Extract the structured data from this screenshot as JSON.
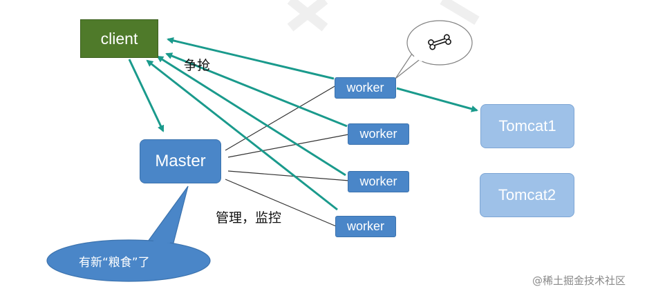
{
  "nodes": {
    "client": "client",
    "master": "Master",
    "workers": [
      "worker",
      "worker",
      "worker",
      "worker"
    ],
    "tomcats": [
      "Tomcat1",
      "Tomcat2"
    ]
  },
  "labels": {
    "compete": "争抢",
    "manage": "管理，监控"
  },
  "callouts": {
    "master_speech": "有新“粮食”了",
    "worker_thought_icon": "bone-icon"
  },
  "watermark": "@稀土掘金技术社区",
  "colors": {
    "client_fill": "#4f7a2a",
    "node_fill": "#4a86c8",
    "tomcat_fill": "#9ec1e8",
    "arrow": "#1a9a8c",
    "line": "#333333"
  }
}
